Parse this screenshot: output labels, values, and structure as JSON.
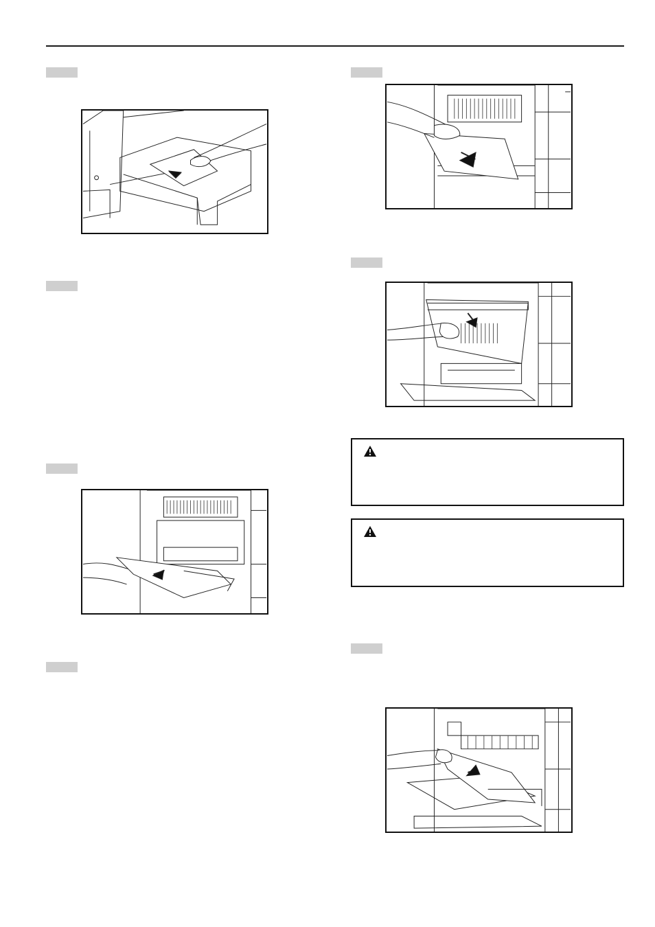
{
  "page": {
    "left_column": {
      "figures": [
        {
          "icon": "paper-drawer-removal-illustration"
        },
        {
          "icon": "bypass-tray-paper-removal-illustration"
        }
      ]
    },
    "right_column": {
      "figures": [
        {
          "icon": "side-cover-opening-illustration"
        },
        {
          "icon": "inner-cover-opening-illustration"
        },
        {
          "icon": "fixing-unit-paper-removal-illustration"
        }
      ],
      "cautions": [
        {
          "icon": "warning-triangle-icon",
          "text": ""
        },
        {
          "icon": "warning-triangle-icon",
          "text": ""
        }
      ]
    },
    "colors": {
      "rule": "#1a1a1a",
      "step_tab": "#cfcfcf"
    }
  }
}
